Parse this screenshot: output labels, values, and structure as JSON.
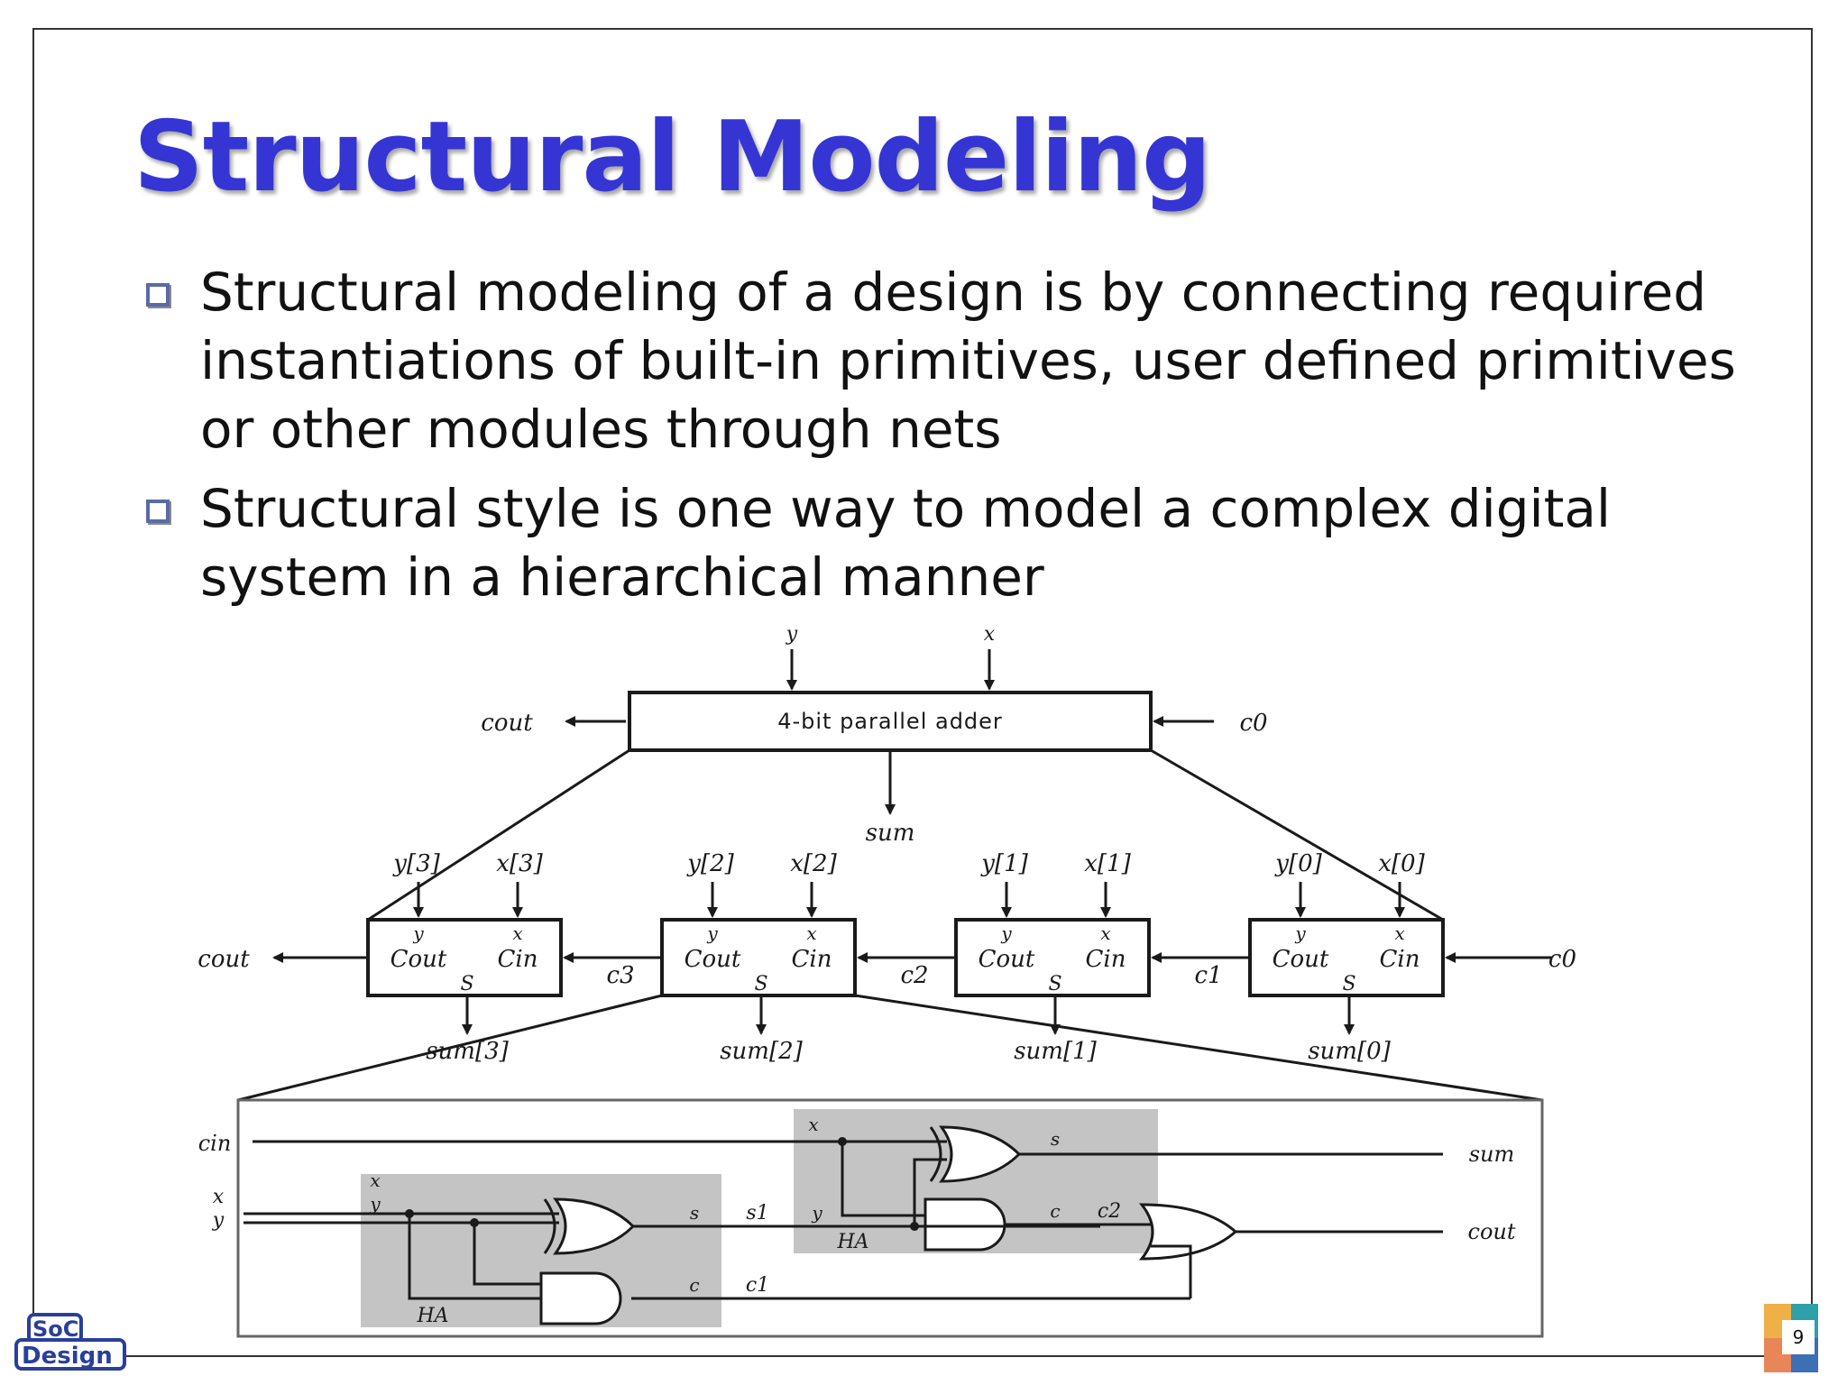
{
  "slide": {
    "title": "Structural Modeling",
    "page_number": "9",
    "bullets": [
      {
        "lines": [
          "Structural modeling of a design is by connecting required",
          "instantiations of built-in primitives, user defined primitives",
          "or other modules through nets"
        ]
      },
      {
        "lines": [
          "Structural style is one way to model a complex digital",
          "system in a hierarchical manner"
        ]
      }
    ],
    "logo_text": [
      "SoC",
      "Design"
    ]
  },
  "diagram": {
    "top_block": {
      "label": "4-bit parallel adder",
      "inputs": [
        "y",
        "x"
      ],
      "cout_label": "cout",
      "cin_label": "c0",
      "sum_label": "sum"
    },
    "full_adders": [
      {
        "y": "y[3]",
        "x": "x[3]",
        "sum": "sum[3]"
      },
      {
        "y": "y[2]",
        "x": "x[2]",
        "sum": "sum[2]"
      },
      {
        "y": "y[1]",
        "x": "x[1]",
        "sum": "sum[1]"
      },
      {
        "y": "y[0]",
        "x": "x[0]",
        "sum": "sum[0]"
      }
    ],
    "fa_port_labels": {
      "y": "y",
      "x": "x",
      "cout": "Cout",
      "cin": "Cin",
      "s": "S"
    },
    "carries": [
      "c3",
      "c2",
      "c1"
    ],
    "chain_cout": "cout",
    "chain_cin": "c0",
    "detail": {
      "cin": "cin",
      "x": "x",
      "y": "y",
      "ha_label": "HA",
      "ha_x": "x",
      "ha_y": "y",
      "s": "s",
      "c": "c",
      "s1": "s1",
      "c1": "c1",
      "c2": "c2",
      "sum": "sum",
      "cout": "cout"
    },
    "colors": {
      "ha_fill": "#c4c4c4",
      "stroke": "#1a1a1a"
    }
  }
}
